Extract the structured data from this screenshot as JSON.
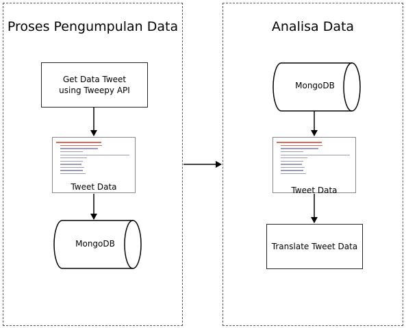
{
  "panels": {
    "left": {
      "title": "Proses Pengumpulan Data"
    },
    "right": {
      "title": "Analisa Data"
    }
  },
  "nodes": {
    "get_tweet": {
      "line1": "Get Data Tweet",
      "line2": "using Tweepy API"
    },
    "tweet_data_left": {
      "label": "Tweet Data"
    },
    "mongodb_left": {
      "label": "MongoDB"
    },
    "mongodb_right": {
      "label": "MongoDB"
    },
    "tweet_data_right": {
      "label": "Tweet Data"
    },
    "translate": {
      "label": "Translate Tweet Data"
    }
  }
}
